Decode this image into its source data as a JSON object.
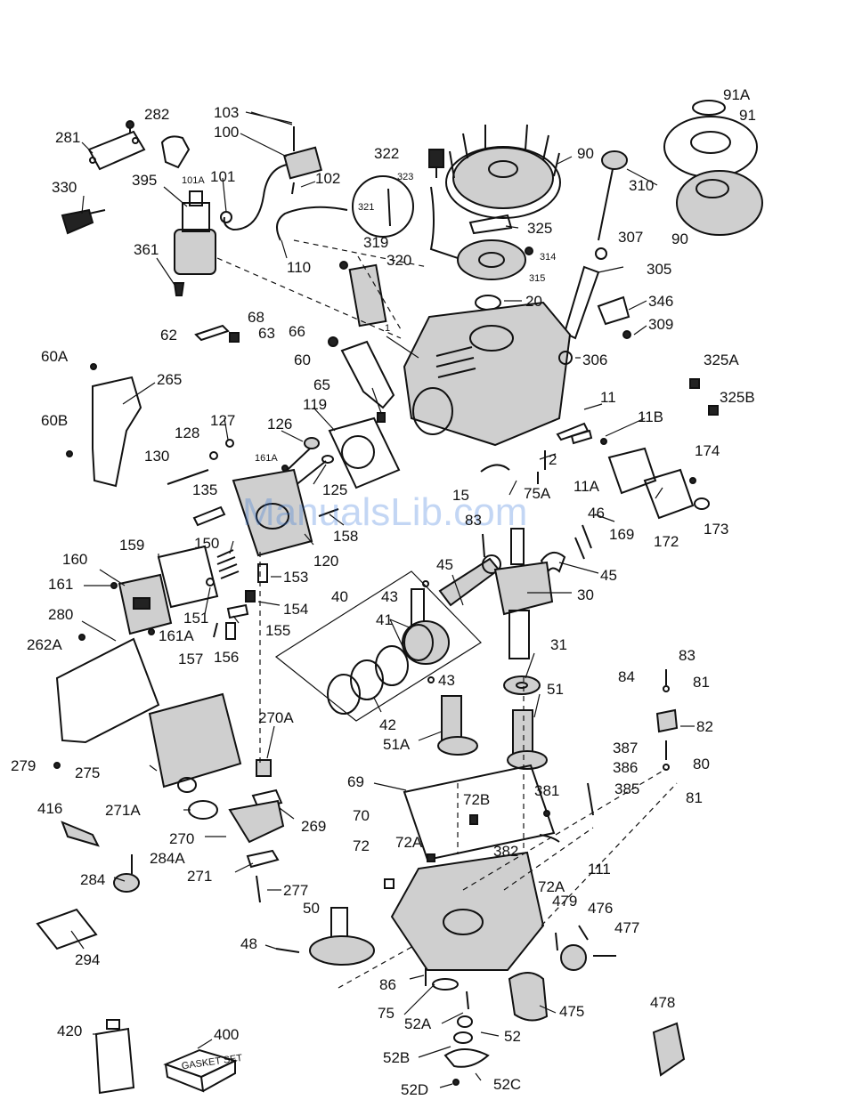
{
  "watermark": "ManualsLib.com",
  "labels": [
    {
      "id": "l103",
      "text": "103"
    },
    {
      "id": "l282",
      "text": "282"
    },
    {
      "id": "l100",
      "text": "100"
    },
    {
      "id": "l281",
      "text": "281"
    },
    {
      "id": "l101A",
      "text": "101A"
    },
    {
      "id": "l101",
      "text": "101"
    },
    {
      "id": "l102",
      "text": "102"
    },
    {
      "id": "l395",
      "text": "395"
    },
    {
      "id": "l330",
      "text": "330"
    },
    {
      "id": "l110",
      "text": "110"
    },
    {
      "id": "l361",
      "text": "361"
    },
    {
      "id": "l322",
      "text": "322"
    },
    {
      "id": "l323",
      "text": "323"
    },
    {
      "id": "l321",
      "text": "321"
    },
    {
      "id": "l90a",
      "text": "90"
    },
    {
      "id": "l310",
      "text": "310"
    },
    {
      "id": "l91A",
      "text": "91A"
    },
    {
      "id": "l91",
      "text": "91"
    },
    {
      "id": "l90b",
      "text": "90"
    },
    {
      "id": "l325",
      "text": "325"
    },
    {
      "id": "l319",
      "text": "319"
    },
    {
      "id": "l320",
      "text": "320"
    },
    {
      "id": "l314",
      "text": "314"
    },
    {
      "id": "l315",
      "text": "315"
    },
    {
      "id": "l307",
      "text": "307"
    },
    {
      "id": "l305",
      "text": "305"
    },
    {
      "id": "l20",
      "text": "20"
    },
    {
      "id": "l346",
      "text": "346"
    },
    {
      "id": "l309",
      "text": "309"
    },
    {
      "id": "l62",
      "text": "62"
    },
    {
      "id": "l68",
      "text": "68"
    },
    {
      "id": "l63",
      "text": "63"
    },
    {
      "id": "l66",
      "text": "66"
    },
    {
      "id": "l1",
      "text": "1"
    },
    {
      "id": "l60A",
      "text": "60A"
    },
    {
      "id": "l60",
      "text": "60"
    },
    {
      "id": "l306",
      "text": "306"
    },
    {
      "id": "l325A",
      "text": "325A"
    },
    {
      "id": "l265",
      "text": "265"
    },
    {
      "id": "l65",
      "text": "65"
    },
    {
      "id": "l11",
      "text": "11"
    },
    {
      "id": "l325B",
      "text": "325B"
    },
    {
      "id": "l119",
      "text": "119"
    },
    {
      "id": "l60B",
      "text": "60B"
    },
    {
      "id": "l128",
      "text": "128"
    },
    {
      "id": "l127",
      "text": "127"
    },
    {
      "id": "l126",
      "text": "126"
    },
    {
      "id": "l11B",
      "text": "11B"
    },
    {
      "id": "l130",
      "text": "130"
    },
    {
      "id": "l161A_top",
      "text": "161A"
    },
    {
      "id": "l2",
      "text": "2"
    },
    {
      "id": "l174",
      "text": "174"
    },
    {
      "id": "l125",
      "text": "125"
    },
    {
      "id": "l11A",
      "text": "11A"
    },
    {
      "id": "l15",
      "text": "15"
    },
    {
      "id": "l75A",
      "text": "75A"
    },
    {
      "id": "l135",
      "text": "135"
    },
    {
      "id": "l173",
      "text": "173"
    },
    {
      "id": "l46",
      "text": "46"
    },
    {
      "id": "l169",
      "text": "169"
    },
    {
      "id": "l172",
      "text": "172"
    },
    {
      "id": "l158",
      "text": "158"
    },
    {
      "id": "l83a",
      "text": "83"
    },
    {
      "id": "l159",
      "text": "159"
    },
    {
      "id": "l150",
      "text": "150"
    },
    {
      "id": "l120",
      "text": "120"
    },
    {
      "id": "l45a",
      "text": "45"
    },
    {
      "id": "l45b",
      "text": "45"
    },
    {
      "id": "l160",
      "text": "160"
    },
    {
      "id": "l153",
      "text": "153"
    },
    {
      "id": "l161",
      "text": "161"
    },
    {
      "id": "l40",
      "text": "40"
    },
    {
      "id": "l43a",
      "text": "43"
    },
    {
      "id": "l30",
      "text": "30"
    },
    {
      "id": "l154",
      "text": "154"
    },
    {
      "id": "l151",
      "text": "151"
    },
    {
      "id": "l41",
      "text": "41"
    },
    {
      "id": "l161A",
      "text": "161A"
    },
    {
      "id": "l280",
      "text": "280"
    },
    {
      "id": "l155",
      "text": "155"
    },
    {
      "id": "l262A",
      "text": "262A"
    },
    {
      "id": "l157",
      "text": "157"
    },
    {
      "id": "l156",
      "text": "156"
    },
    {
      "id": "l31",
      "text": "31"
    },
    {
      "id": "l83b",
      "text": "83"
    },
    {
      "id": "l84",
      "text": "84"
    },
    {
      "id": "l81a",
      "text": "81"
    },
    {
      "id": "l43b",
      "text": "43"
    },
    {
      "id": "l51",
      "text": "51"
    },
    {
      "id": "l42",
      "text": "42"
    },
    {
      "id": "l270A",
      "text": "270A"
    },
    {
      "id": "l82",
      "text": "82"
    },
    {
      "id": "l51A",
      "text": "51A"
    },
    {
      "id": "l387",
      "text": "387"
    },
    {
      "id": "l80",
      "text": "80"
    },
    {
      "id": "l279",
      "text": "279"
    },
    {
      "id": "l275",
      "text": "275"
    },
    {
      "id": "l386",
      "text": "386"
    },
    {
      "id": "l69",
      "text": "69"
    },
    {
      "id": "l385",
      "text": "385"
    },
    {
      "id": "l381",
      "text": "381"
    },
    {
      "id": "l81b",
      "text": "81"
    },
    {
      "id": "l72B",
      "text": "72B"
    },
    {
      "id": "l416",
      "text": "416"
    },
    {
      "id": "l271A",
      "text": "271A"
    },
    {
      "id": "l269",
      "text": "269"
    },
    {
      "id": "l70",
      "text": "70"
    },
    {
      "id": "l270",
      "text": "270"
    },
    {
      "id": "l72Aa",
      "text": "72A"
    },
    {
      "id": "l382",
      "text": "382"
    },
    {
      "id": "l72",
      "text": "72"
    },
    {
      "id": "l284A",
      "text": "284A"
    },
    {
      "id": "l111",
      "text": "111"
    },
    {
      "id": "l284",
      "text": "284"
    },
    {
      "id": "l271",
      "text": "271"
    },
    {
      "id": "l72Ab",
      "text": "72A"
    },
    {
      "id": "l479",
      "text": "479"
    },
    {
      "id": "l277",
      "text": "277"
    },
    {
      "id": "l476",
      "text": "476"
    },
    {
      "id": "l50",
      "text": "50"
    },
    {
      "id": "l477",
      "text": "477"
    },
    {
      "id": "l48",
      "text": "48"
    },
    {
      "id": "l294",
      "text": "294"
    },
    {
      "id": "l86",
      "text": "86"
    },
    {
      "id": "l475",
      "text": "475"
    },
    {
      "id": "l478",
      "text": "478"
    },
    {
      "id": "l75",
      "text": "75"
    },
    {
      "id": "l52A",
      "text": "52A"
    },
    {
      "id": "l420",
      "text": "420"
    },
    {
      "id": "l400",
      "text": "400"
    },
    {
      "id": "l52",
      "text": "52"
    },
    {
      "id": "l52B",
      "text": "52B"
    },
    {
      "id": "l52D",
      "text": "52D"
    },
    {
      "id": "l52C",
      "text": "52C"
    }
  ],
  "package_text": {
    "gasket_set": "GASKET SET"
  }
}
